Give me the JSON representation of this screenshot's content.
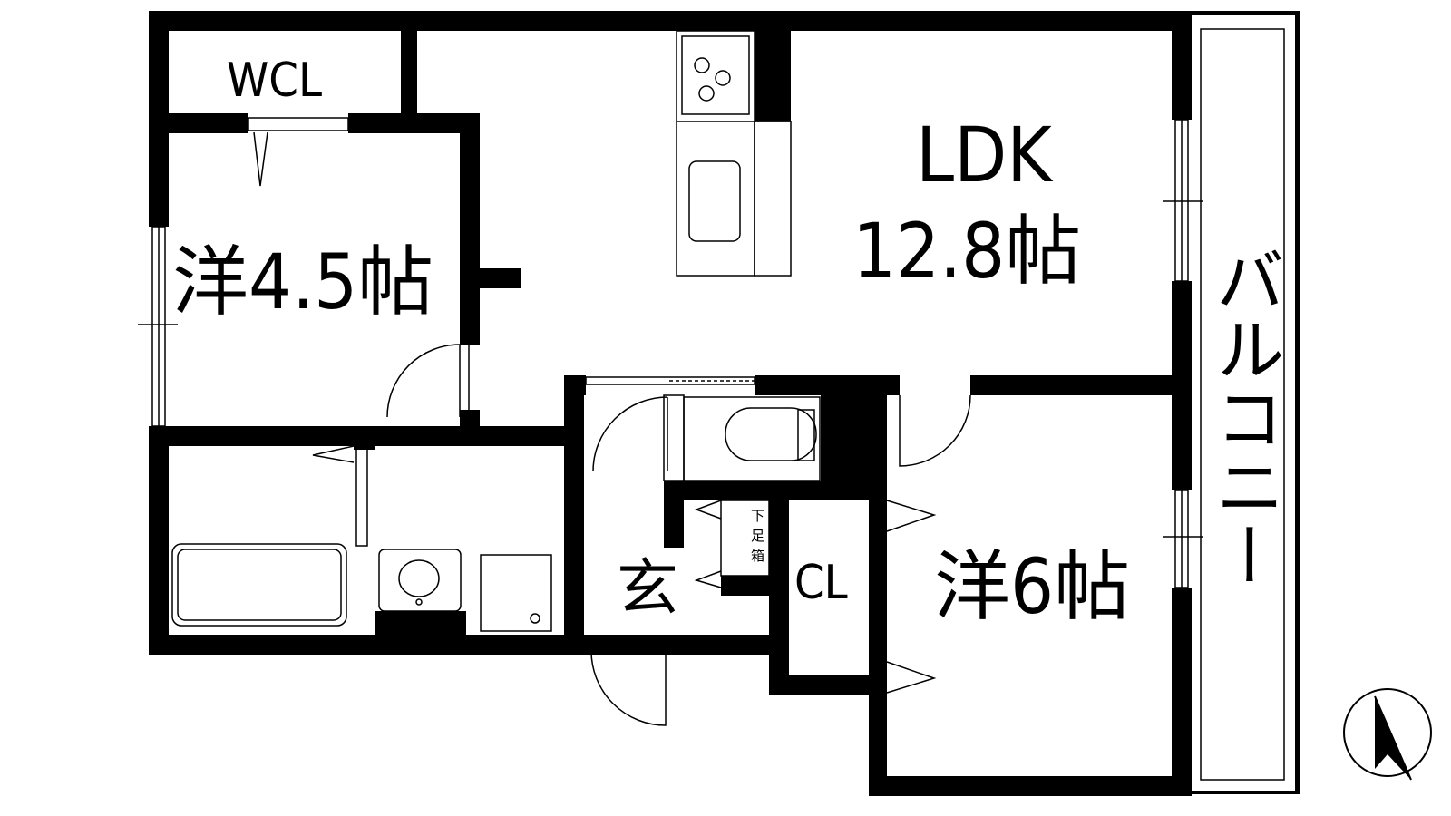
{
  "rooms": {
    "wcl": "WCL",
    "ldk": "LDK",
    "ldk_size": "12.8帖",
    "western_small": "洋4.5帖",
    "western_large": "洋6帖",
    "closet": "CL",
    "entrance": "玄",
    "balcony": "バルコニー",
    "shoe_box": [
      "下",
      "足",
      "箱"
    ]
  },
  "colors": {
    "wall": "#000000",
    "background": "#ffffff"
  },
  "icons": {
    "north_arrow": "north-arrow-icon",
    "stove": "stove-icon",
    "sink": "sink-icon",
    "toilet": "toilet-icon",
    "bathtub": "bathtub-icon",
    "washbasin": "washbasin-icon",
    "washer": "washing-machine-icon"
  }
}
